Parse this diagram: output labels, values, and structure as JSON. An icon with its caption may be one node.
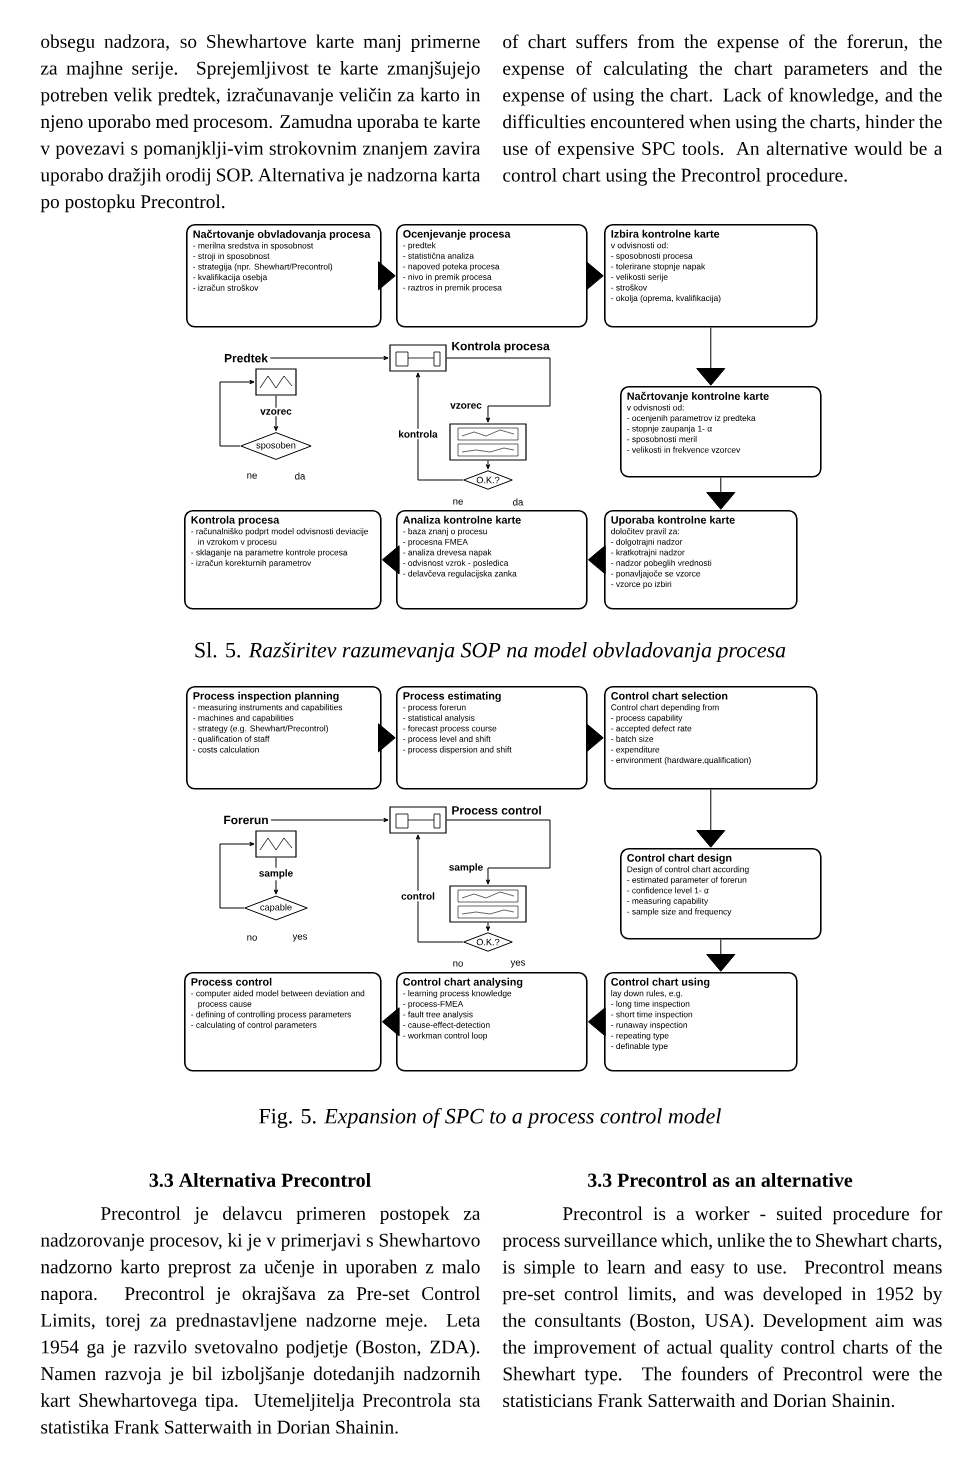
{
  "diagram": {
    "nodes": [
      {
        "text": [
          "Načrtovanje obvladovanja procesa",
          "- merilna sredstva in sposobnost",
          "- stroji in sposobnost",
          "- strategija (npr. Shewhart/Precontrol)",
          "- kvalifikacija osebja",
          "- izračun stroškov"
        ]
      },
      {
        "text": [
          "Ocenjevanje procesa",
          "- predtek",
          "- statistična analiza",
          "- napoved poteka procesa",
          "- nivo in premik procesa",
          "- raztros in premik procesa"
        ]
      },
      {
        "text": [
          "Izbira kontrolne karte",
          "v odvisnosti od:",
          "- sposobnosti procesa",
          "- tolerirane stopnje napak",
          "- velikosti serije",
          "- stroškov",
          "- okolja (oprema, kvalifikacija)"
        ]
      },
      {
        "text": [
          "Načrtovanje kontrolne karte",
          "v odvisnosti od:",
          "- ocenjenih parametrov iz predteka",
          "- stopnje zaupanja 1- α",
          "- sposobnosti meril",
          "- velikosti in frekvence vzorcev"
        ]
      },
      {
        "text": [
          "Uporaba kontrolne karte",
          "določitev pravil za:",
          "- dolgotrajni nadzor",
          "- kratkotrajni nadzor",
          "- nadzor pobeglih vrednosti",
          "- ponavljajoče se vzorce",
          "- vzorce po izbiri"
        ]
      },
      {
        "text": [
          "Analiza kontrolne karte",
          "- baza znanj o procesu",
          "- procesna FMEA",
          "- analiza drevesa napak",
          "- odvisnost vzrok - posledica",
          "- delavčeva regulacijska zanka"
        ]
      },
      {
        "text": [
          "Kontrola procesa",
          "- računalniško podprt model odvisnosti deviacije in vzrokom v procesu",
          "- sklaganje na parametre kontrole procesa",
          "- izračun korekturnih parametrov"
        ]
      },
      {
        "text": [
          "Predtek"
        ]
      },
      {
        "text": [],
        "shape": "picture"
      },
      {
        "text": [],
        "shape": "picture",
        "beside": [
          "Kontrola procesa"
        ]
      },
      {
        "text": [],
        "shape": "picture"
      },
      {
        "text": [
          "sposoben"
        ],
        "beside": [
          "ne",
          "da"
        ]
      },
      {
        "text": [
          "O.K.?"
        ],
        "beside": [
          "ne",
          "da"
        ]
      },
      {
        "text": [
          "Process inspection planning",
          "- measuring instruments and capabilities",
          "- machines and capabilities",
          "- strategy (e.g. Shewhart/Precontrol)",
          "- qualification of staff",
          "- costs calculation"
        ]
      },
      {
        "text": [
          "Process estimating",
          "- process forerun",
          "- statistical analysis",
          "- forecast process course",
          "- process level and shift",
          "- process dispersion and shift"
        ]
      },
      {
        "text": [
          "Control chart selection",
          "Control chart depending from",
          "- process capability",
          "- accepted defect rate",
          "- batch size",
          "- expenditure",
          "- environment (hardware,qualification)"
        ]
      },
      {
        "text": [
          "Control chart design",
          "Design of control chart according",
          "- estimated parameter of forerun",
          "- confidence level 1- α",
          "- measuring capability",
          "- sample size and frequency"
        ]
      },
      {
        "text": [
          "Control chart using",
          "lay down rules, e.g.",
          "- long time inspection",
          "- short time inspection",
          "- runaway inspection",
          "- repeating type",
          "- definable type"
        ]
      },
      {
        "text": [
          "Control chart analysing",
          "- learning process knowledge",
          "- process-FMEA",
          "- fault tree analysis",
          "- cause-effect-detection",
          "- workman control loop"
        ]
      },
      {
        "text": [
          "Process control",
          "- computer aided model between deviation and process cause",
          "- defining of controlling process parameters",
          "- calculating of control parameters"
        ]
      },
      {
        "text": [
          "Forerun"
        ]
      },
      {
        "text": [],
        "shape": "picture"
      },
      {
        "text": [],
        "shape": "picture",
        "beside": [
          "Process control"
        ]
      },
      {
        "text": [],
        "shape": "picture"
      },
      {
        "text": [
          "capable"
        ],
        "beside": [
          "no",
          "yes"
        ]
      },
      {
        "text": [
          "O.K.?"
        ],
        "beside": [
          "no",
          "yes"
        ]
      }
    ],
    "edges": [
      {
        "from": 0,
        "to": 1,
        "arrow": "to"
      },
      {
        "from": 1,
        "to": 2,
        "arrow": "to"
      },
      {
        "from": 2,
        "to": 3,
        "arrow": "to"
      },
      {
        "from": 3,
        "to": 4,
        "arrow": "to"
      },
      {
        "from": 4,
        "to": 5,
        "arrow": "to"
      },
      {
        "from": 5,
        "to": 6,
        "arrow": "to"
      },
      {
        "from": 7,
        "to": 9,
        "arrow": "to"
      },
      {
        "from": 8,
        "to": 11,
        "arrow": "to",
        "label": "vzorec"
      },
      {
        "from": 11,
        "to": 8,
        "arrow": "to"
      },
      {
        "from": 9,
        "to": 10,
        "arrow": "to",
        "label": "vzorec"
      },
      {
        "from": 10,
        "to": 12,
        "arrow": "to"
      },
      {
        "from": 12,
        "to": 9,
        "arrow": "to",
        "label": "kontrola"
      },
      {
        "from": 13,
        "to": 14,
        "arrow": "to"
      },
      {
        "from": 14,
        "to": 15,
        "arrow": "to"
      },
      {
        "from": 15,
        "to": 16,
        "arrow": "to"
      },
      {
        "from": 16,
        "to": 17,
        "arrow": "to"
      },
      {
        "from": 17,
        "to": 18,
        "arrow": "to"
      },
      {
        "from": 18,
        "to": 19,
        "arrow": "to"
      },
      {
        "from": 20,
        "to": 22,
        "arrow": "to"
      },
      {
        "from": 21,
        "to": 24,
        "arrow": "to",
        "label": "sample"
      },
      {
        "from": 24,
        "to": 21,
        "arrow": "to"
      },
      {
        "from": 22,
        "to": 23,
        "arrow": "to",
        "label": "sample"
      },
      {
        "from": 23,
        "to": 25,
        "arrow": "to"
      },
      {
        "from": 25,
        "to": 22,
        "arrow": "to",
        "label": "control"
      }
    ],
    "labels": [
      "obsegu nadzora, so Shewhartove karte manj primerne za majhne serije. Sprejemljivost te karte zmanjšujejo potreben velik predtek, izračunavanje veličin za karto in njeno uporabo med procesom. Zamudna uporaba te karte v povezavi s pomanjklji-vim strokovnim znanjem zavira uporabo dražjih orodij SOP. Alternativa je nadzorna karta po postopku Precontrol.",
      "of chart suffers from the expense of the forerun, the expense of calculating the chart parameters and the expense of using the chart. Lack of knowledge, and the difficulties encountered when using the charts, hinder the use of expensive SPC tools. An alternative would be a control chart using the Precontrol procedure.",
      "Sl. 5. *Razširitev razumevanja SOP na model obvladovanja procesa*",
      "Fig. 5. *Expansion of SPC to a process control model*",
      "3.3 Alternativa Precontrol",
      "3.3 Precontrol as an alternative",
      "Precontrol je delavcu primeren postopek za nadzorovanje procesov, ki je v primerjavi s Shewhartovo nadzorno karto preprost za učenje in uporaben z malo napora. Precontrol je okrajšava za Pre-set Control Limits, torej za prednastavljene nadzorne meje. Leta 1954 ga je razvilo svetovalno podjetje (Boston, ZDA). Namen razvoja je bil izboljšanje dotedanjih nadzornih kart Shewhartovega tipa. Utemeljitelja Precontrola sta statistika Frank Satterwaith in Dorian Shainin.",
      "Precontrol is a worker - suited procedure for process surveillance which, unlike the to Shewhart charts, is simple to learn and easy to use. Precontrol means pre-set control limits, and was developed in 1952 by the consultants (Boston, USA). Development aim was the improvement of actual quality control charts of the Shewhart type. The founders of Precontrol were the statisticians Frank Satterwaith and Dorian Shainin."
    ]
  }
}
